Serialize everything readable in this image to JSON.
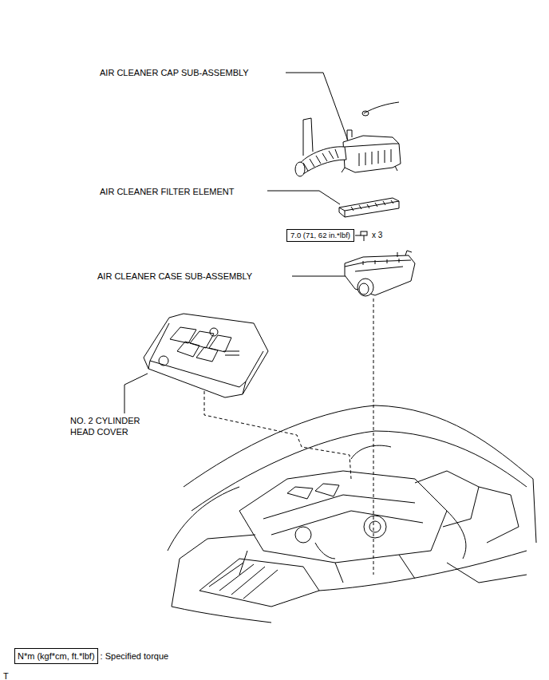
{
  "diagram": {
    "nodes": [
      {
        "text": [
          "7.0 (71, 62 in.*lbf)"
        ]
      },
      {
        "text": [
          "N*m (kgf*cm, ft.*lbf)"
        ]
      }
    ],
    "edges": [],
    "labels": [
      "AIR CLEANER CAP SUB-ASSEMBLY",
      "AIR CLEANER FILTER ELEMENT",
      "x 3",
      "AIR CLEANER CASE SUB-ASSEMBLY",
      "NO. 2 CYLINDER HEAD COVER",
      ": Specified torque",
      "T"
    ]
  }
}
